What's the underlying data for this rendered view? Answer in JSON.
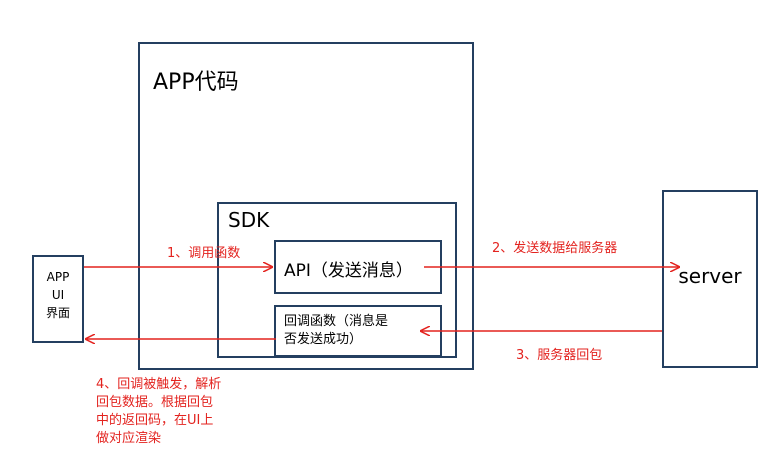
{
  "app_box": {
    "title": "APP代码"
  },
  "sdk_box": {
    "title": "SDK"
  },
  "api_box": {
    "label": "API（发送消息）"
  },
  "callback_box": {
    "label": "回调函数（消息是\n否发送成功）"
  },
  "ui_box": {
    "label": "APP\nUI\n界面"
  },
  "server_box": {
    "label": "server"
  },
  "steps": {
    "step1": "1、调用函数",
    "step2": "2、发送数据给服务器",
    "step3": "3、服务器回包",
    "step4": "4、回调被触发，解析\n回包数据。根据回包\n中的返回码，在UI上\n做对应渲染"
  },
  "colors": {
    "box_border": "#243f60",
    "arrow": "#e3231f"
  }
}
